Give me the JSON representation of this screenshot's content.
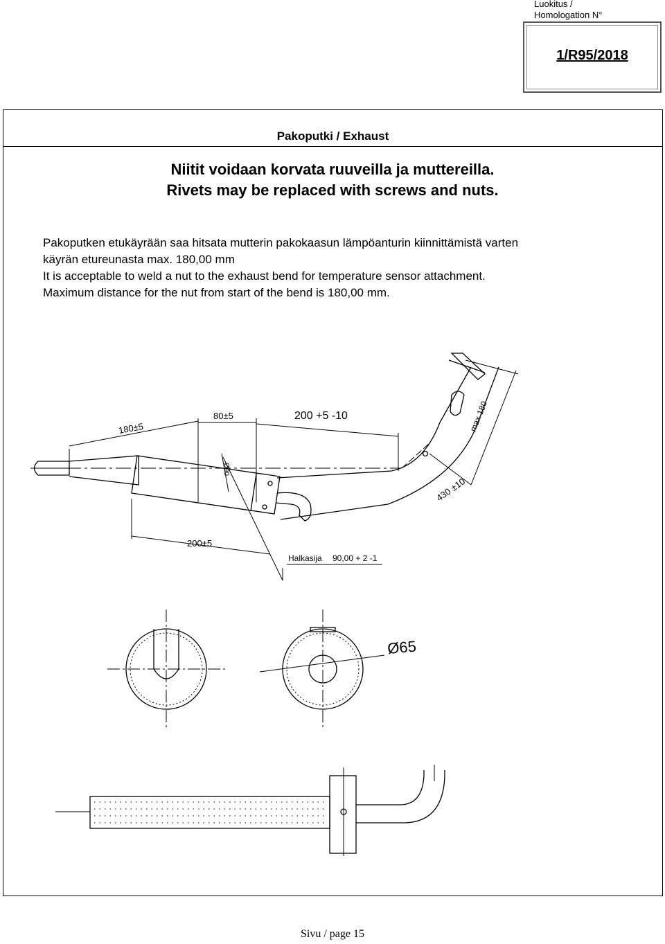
{
  "header": {
    "label_line1": "Luokitus /",
    "label_line2": "Homologation N°",
    "number": "1/R95/2018"
  },
  "section": {
    "title": "Pakoputki / Exhaust"
  },
  "notes": {
    "fi": "Niitit voidaan korvata ruuveilla ja muttereilla.",
    "en": "Rivets may be replaced with screws and nuts."
  },
  "paragraph": {
    "line1": "Pakoputken etukäyrään saa hitsata mutterin pakokaasun lämpöanturin kiinnittämistä varten",
    "line2": "käyrän etureunasta max. 180,00 mm",
    "line3": "It is acceptable to weld a nut to the exhaust bend for temperature sensor attachment.",
    "line4": "Maximum distance for the nut from start of the bend is 180,00 mm."
  },
  "drawing": {
    "dim_180": "180±5",
    "dim_80": "80±5",
    "dim_200_top": "200 +5  -10",
    "dim_200_bottom": "200±5",
    "dim_diam_small": "Ø90",
    "dim_max180": "max 180",
    "dim_430": "430 ±10",
    "halkasija_label": "Halkasija",
    "halkasija_value": "90,00 + 2 -1",
    "diameter_label": "Ø65"
  },
  "footer": {
    "page": "Sivu / page 15"
  }
}
